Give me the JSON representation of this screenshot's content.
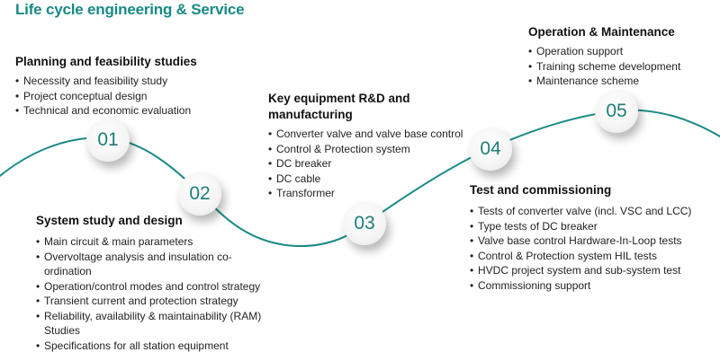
{
  "title": "Life cycle engineering & Service",
  "accent_color": "#178a86",
  "stages": [
    {
      "number": "01",
      "heading": "Planning and feasibility studies",
      "items": [
        "Necessity and feasibility study",
        "Project conceptual design",
        "Technical and economic evaluation"
      ]
    },
    {
      "number": "02",
      "heading": "System study and design",
      "items": [
        "Main circuit & main parameters",
        "Overvoltage  analysis and insulation co-ordination",
        "Operation/control modes and control strategy",
        "Transient current and protection strategy",
        "Reliability, availability & maintainability (RAM) Studies",
        "Specifications for all station equipment"
      ]
    },
    {
      "number": "03",
      "heading": "Key equipment R&D and manufacturing",
      "items": [
        "Converter valve and valve base control",
        "Control & Protection system",
        "DC breaker",
        "DC cable",
        "Transformer"
      ]
    },
    {
      "number": "04",
      "heading": "Test and commissioning",
      "items": [
        "Tests of converter valve (incl. VSC and LCC)",
        "Type tests of DC breaker",
        "Valve base control Hardware-In-Loop  tests",
        "Control & Protection system HIL tests",
        "HVDC project system and sub-system test",
        "Commissioning support"
      ]
    },
    {
      "number": "05",
      "heading": "Operation & Maintenance",
      "items": [
        "Operation support",
        "Training scheme development",
        "Maintenance  scheme"
      ]
    }
  ]
}
